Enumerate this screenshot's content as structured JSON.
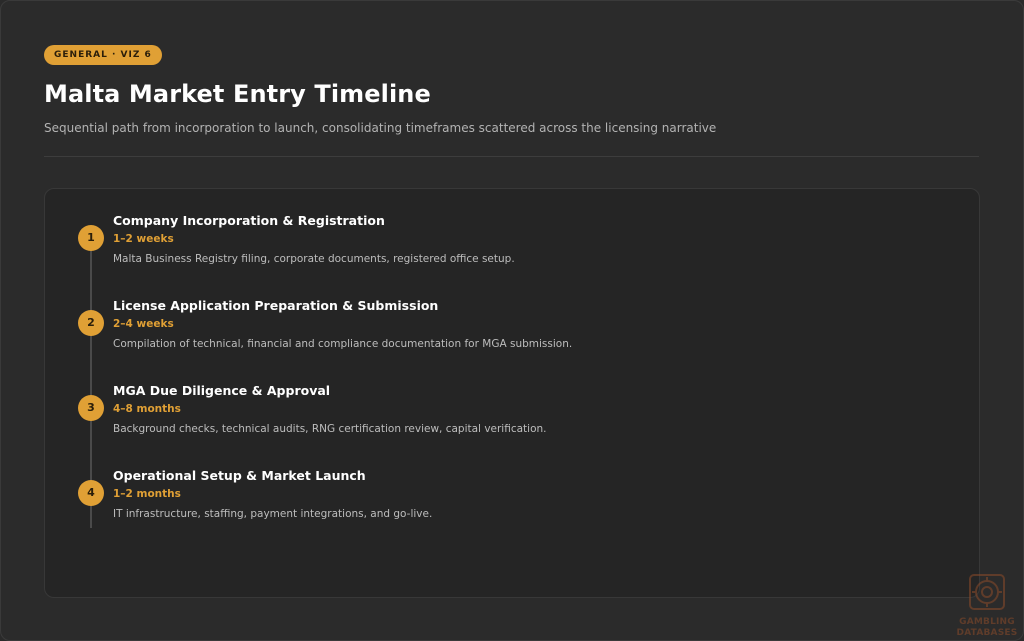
{
  "header": {
    "badge": "GENERAL · VIZ 6",
    "title": "Malta Market Entry Timeline",
    "subtitle": "Sequential path from incorporation to launch, consolidating timeframes scattered across the licensing narrative"
  },
  "timeline": {
    "steps": [
      {
        "number": "1",
        "title": "Company Incorporation & Registration",
        "duration": "1–2 weeks",
        "description": "Malta Business Registry filing, corporate documents, registered office setup."
      },
      {
        "number": "2",
        "title": "License Application Preparation & Submission",
        "duration": "2–4 weeks",
        "description": "Compilation of technical, financial and compliance documentation for MGA submission."
      },
      {
        "number": "3",
        "title": "MGA Due Diligence & Approval",
        "duration": "4–8 months",
        "description": "Background checks, technical audits, RNG certification review, capital verification."
      },
      {
        "number": "4",
        "title": "Operational Setup & Market Launch",
        "duration": "1–2 months",
        "description": "IT infrastructure, staffing, payment integrations, and go-live."
      }
    ]
  },
  "watermark": {
    "line1": "GAMBLING",
    "line2": "DATABASES"
  },
  "colors": {
    "accent": "#e0a035",
    "background": "#2b2b2b",
    "card": "#252525"
  }
}
